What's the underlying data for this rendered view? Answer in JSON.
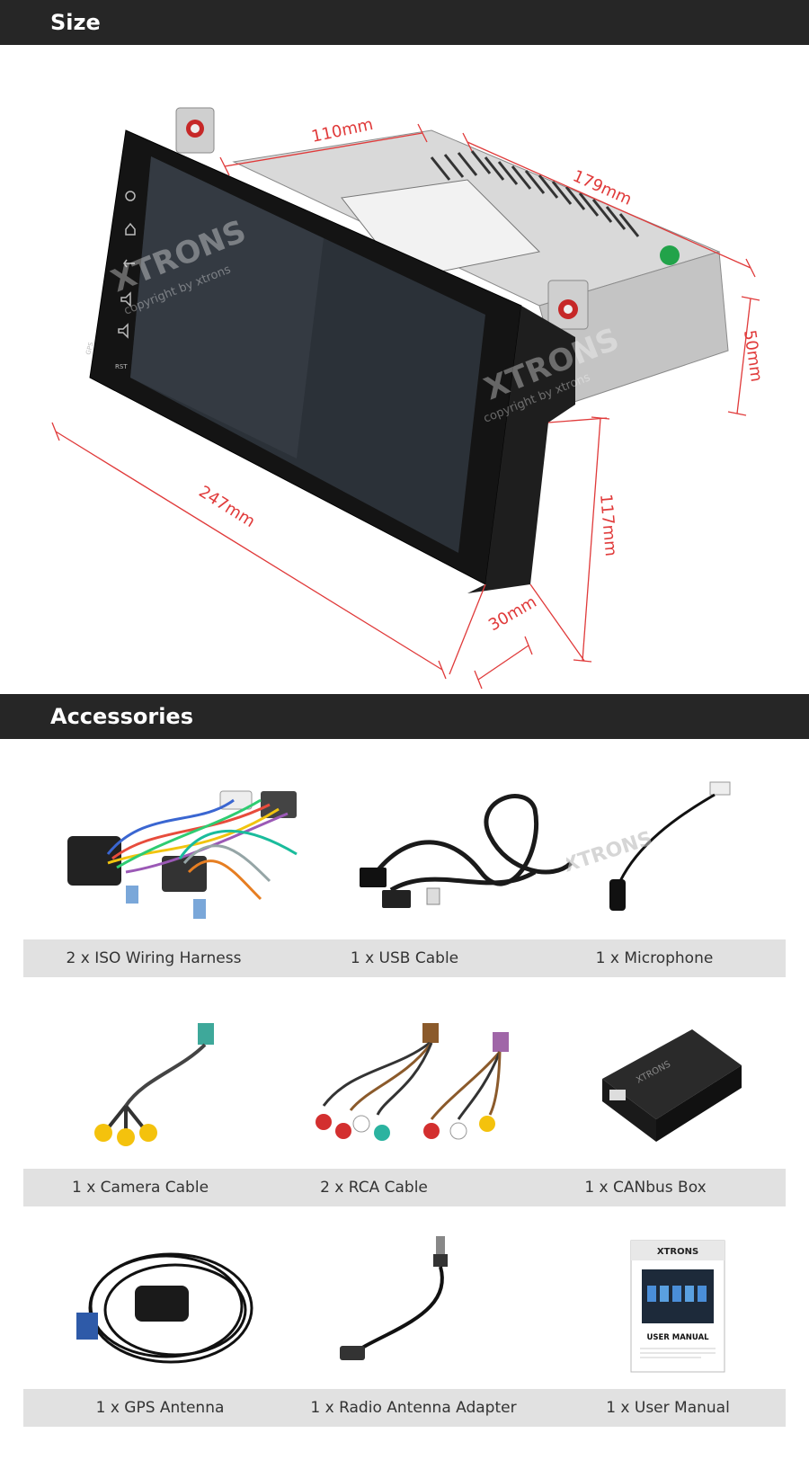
{
  "sections": {
    "size": {
      "title": "Size"
    },
    "accessories": {
      "title": "Accessories"
    }
  },
  "dimensions": {
    "width": "247mm",
    "height": "117mm",
    "depth_front": "30mm",
    "chassis_width": "110mm",
    "chassis_depth": "179mm",
    "chassis_height": "50mm"
  },
  "brand": {
    "logo": "XTRONS",
    "watermark": "copyright by xtrons"
  },
  "accessories": [
    {
      "label": "2 x ISO Wiring Harness",
      "icon": "wiring-harness"
    },
    {
      "label": "1 x USB Cable",
      "icon": "usb-cable"
    },
    {
      "label": "1 x Microphone",
      "icon": "microphone"
    },
    {
      "label": "1 x Camera Cable",
      "icon": "camera-cable"
    },
    {
      "label": "2 x RCA Cable",
      "icon": "rca-cable"
    },
    {
      "label": "1 x CANbus Box",
      "icon": "canbus-box"
    },
    {
      "label": "1 x GPS Antenna",
      "icon": "gps-antenna"
    },
    {
      "label": "1 x Radio Antenna Adapter",
      "icon": "radio-antenna-adapter"
    },
    {
      "label": "1 x User Manual",
      "icon": "user-manual"
    }
  ],
  "manual": {
    "brand": "XTRONS",
    "title": "USER MANUAL"
  },
  "colors": {
    "header_bg": "#262626",
    "dimension_red": "#e03a3a",
    "band_bg": "#e1e1e1"
  }
}
